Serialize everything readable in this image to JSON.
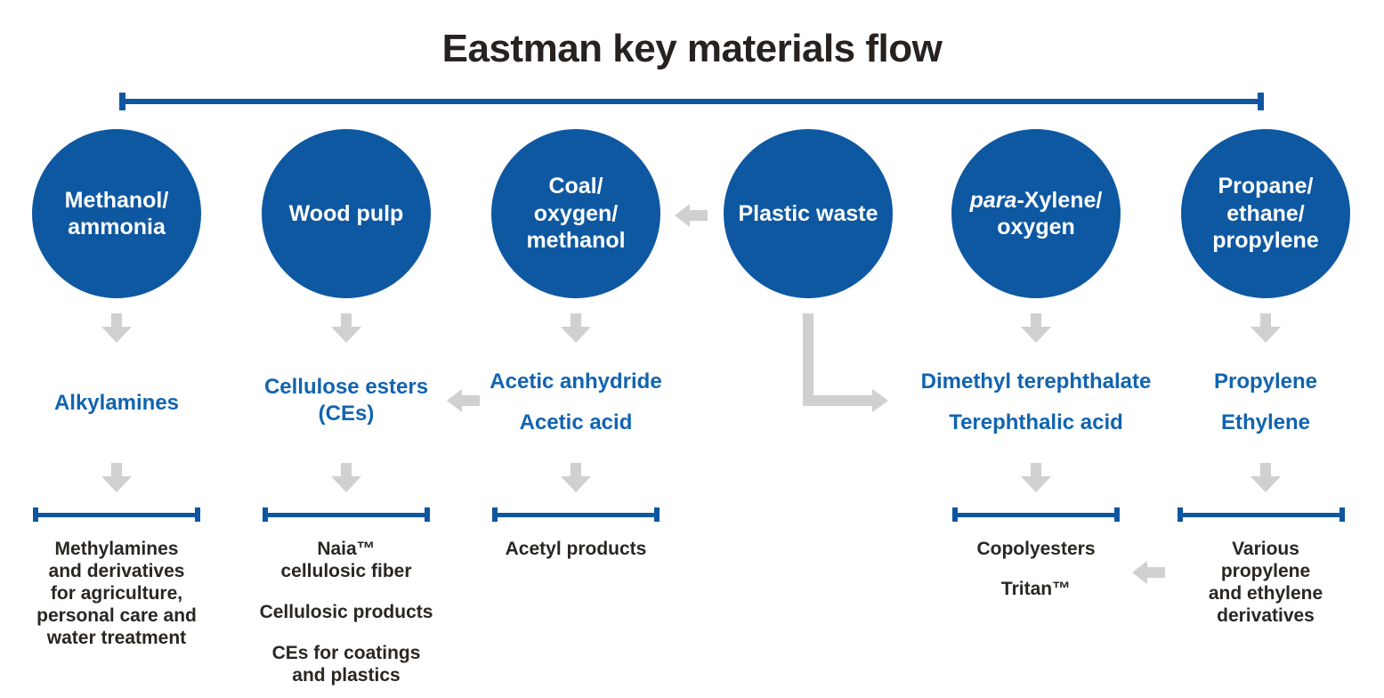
{
  "title": "Eastman key materials flow",
  "colors": {
    "circle_blue": "#0e58a2",
    "bracket_blue": "#0e57a0",
    "label_blue": "#1164b0",
    "arrow_gray": "#d0d0d0",
    "text_dark": "#2a2622"
  },
  "icons": {
    "down_arrow": "down-arrow-icon",
    "left_arrow": "left-arrow-icon",
    "elbow_arrow": "elbow-arrow-icon"
  },
  "columns": [
    {
      "id": "methanol-ammonia",
      "circle": [
        "Methanol/",
        "ammonia"
      ],
      "intermediates": [
        [
          "Alkylamines"
        ]
      ],
      "products": [
        [
          "Methylamines",
          "and derivatives",
          "for agriculture,",
          "personal care and",
          "water treatment"
        ]
      ]
    },
    {
      "id": "wood-pulp",
      "circle": [
        "Wood pulp"
      ],
      "intermediates": [
        [
          "Cellulose esters",
          "(CEs)"
        ]
      ],
      "products": [
        [
          "Naia™",
          "cellulosic fiber"
        ],
        [
          "Cellulosic products"
        ],
        [
          "CEs for coatings",
          "and plastics"
        ]
      ]
    },
    {
      "id": "coal-oxygen-methanol",
      "circle": [
        "Coal/",
        "oxygen/",
        "methanol"
      ],
      "intermediates": [
        [
          "Acetic anhydride"
        ],
        [
          "Acetic acid"
        ]
      ],
      "products": [
        [
          "Acetyl products"
        ]
      ]
    },
    {
      "id": "plastic-waste",
      "circle": [
        "Plastic waste"
      ],
      "intermediates": [],
      "products": []
    },
    {
      "id": "para-xylene-oxygen",
      "circle_italic_prefix": "para",
      "circle_after_italic": "-Xylene/",
      "circle_line2": "oxygen",
      "intermediates": [
        [
          "Dimethyl terephthalate"
        ],
        [
          "Terephthalic acid"
        ]
      ],
      "products": [
        [
          "Copolyesters"
        ],
        [
          "Tritan™"
        ]
      ]
    },
    {
      "id": "propane-ethane-propylene",
      "circle": [
        "Propane/",
        "ethane/",
        "propylene"
      ],
      "intermediates": [
        [
          "Propylene"
        ],
        [
          "Ethylene"
        ]
      ],
      "products": [
        [
          "Various",
          "propylene",
          "and ethylene",
          "derivatives"
        ]
      ]
    }
  ]
}
